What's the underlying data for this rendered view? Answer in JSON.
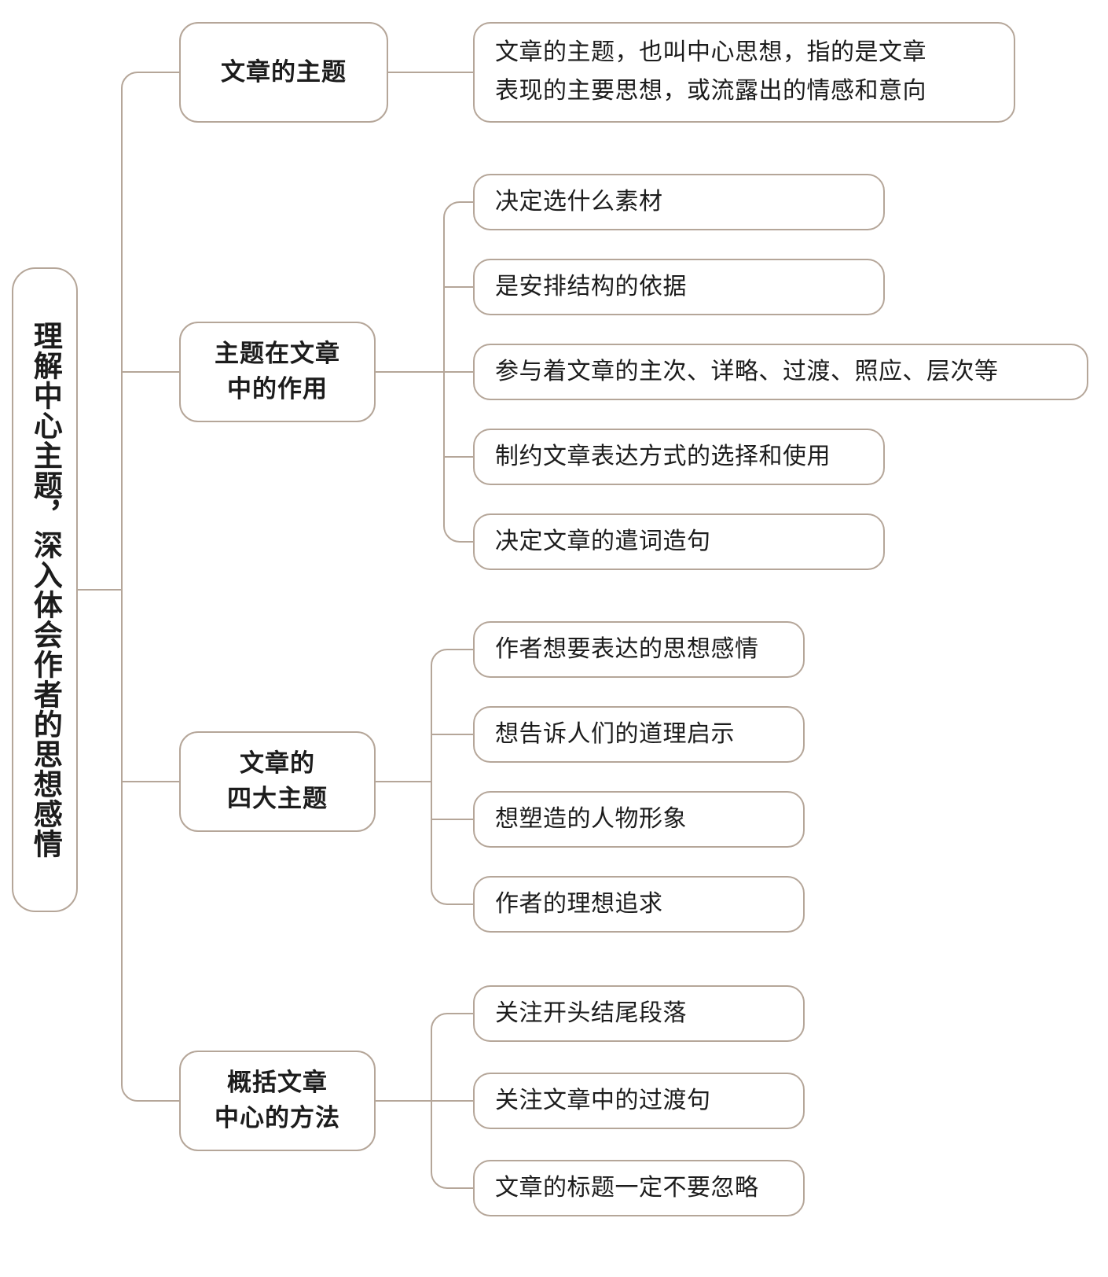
{
  "meta": {
    "title": "理解中心主题，深入体会作者的思想感情",
    "colors": {
      "border": "#b5a699",
      "connector": "#b5a699",
      "text": "#1c1c1c",
      "background": "#ffffff"
    }
  },
  "root": {
    "label": "理解中心主题，深入体会作者的思想感情"
  },
  "branches": [
    {
      "label": "文章的主题",
      "children": [
        {
          "label": "文章的主题，也叫中心思想，指的是文章\n表现的主要思想，或流露出的情感和意向"
        }
      ]
    },
    {
      "label": "主题在文章\n中的作用",
      "children": [
        {
          "label": "决定选什么素材"
        },
        {
          "label": "是安排结构的依据"
        },
        {
          "label": "参与着文章的主次、详略、过渡、照应、层次等"
        },
        {
          "label": "制约文章表达方式的选择和使用"
        },
        {
          "label": "决定文章的遣词造句"
        }
      ]
    },
    {
      "label": "文章的\n四大主题",
      "children": [
        {
          "label": "作者想要表达的思想感情"
        },
        {
          "label": "想告诉人们的道理启示"
        },
        {
          "label": "想塑造的人物形象"
        },
        {
          "label": "作者的理想追求"
        }
      ]
    },
    {
      "label": "概括文章\n中心的方法",
      "children": [
        {
          "label": "关注开头结尾段落"
        },
        {
          "label": "关注文章中的过渡句"
        },
        {
          "label": "文章的标题一定不要忽略"
        }
      ]
    }
  ]
}
